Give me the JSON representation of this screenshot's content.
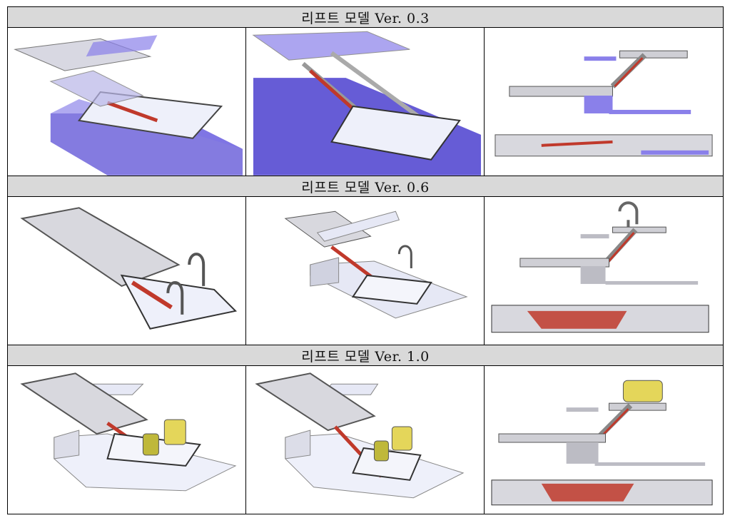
{
  "rows": [
    {
      "header": "리프트 모델 Ver. 0.3"
    },
    {
      "header": "리프트 모델 Ver. 0.6"
    },
    {
      "header": "리프트 모델 Ver. 1.0"
    }
  ],
  "colors": {
    "header_bg": "#d9d9d9",
    "platform_purple": "#5b4fd6",
    "frame_gray": "#8c8c8c",
    "actuator_red": "#c0392b",
    "seat_yellow": "#e4d65a",
    "bed_light": "#e6e8f5"
  }
}
